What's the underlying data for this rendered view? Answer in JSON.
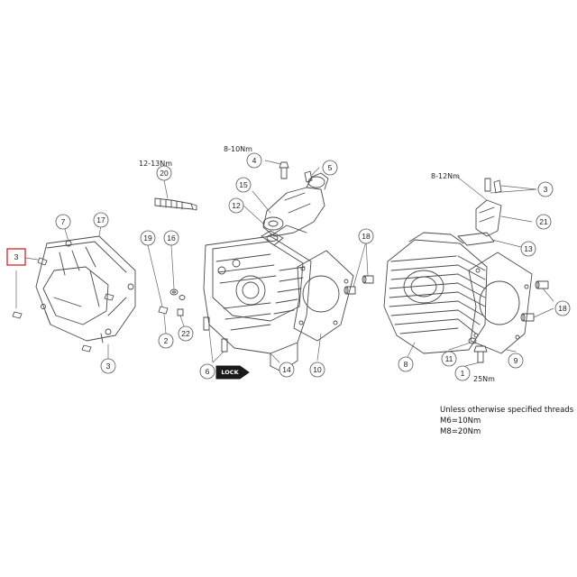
{
  "callouts": {
    "c3_highlight": "3",
    "c7": "7",
    "c17": "17",
    "c3_bottom": "3",
    "c20": "20",
    "c19": "19",
    "c16": "16",
    "c2": "2",
    "c22": "22",
    "c4": "4",
    "c5": "5",
    "c15": "15",
    "c12": "12",
    "c6": "6",
    "c14": "14",
    "c18_top": "18",
    "c10": "10",
    "c3_right": "3",
    "c21": "21",
    "c13": "13",
    "c18_right": "18",
    "c8": "8",
    "c11": "11",
    "c1": "1",
    "c9": "9"
  },
  "torques": {
    "spark_plug": "12-13Nm",
    "intake_bolt": "8-10Nm",
    "tensioner_bolt": "8-12Nm",
    "drain_bolt": "25Nm"
  },
  "lock_label": "LOCK",
  "note": {
    "line1": "Unless otherwise specified threads",
    "line2": "M6=10Nm",
    "line3": "M8=20Nm"
  },
  "colors": {
    "line": "#4a4a4a",
    "highlight": "#d9232a",
    "lock_bg": "#1a1a1a"
  }
}
